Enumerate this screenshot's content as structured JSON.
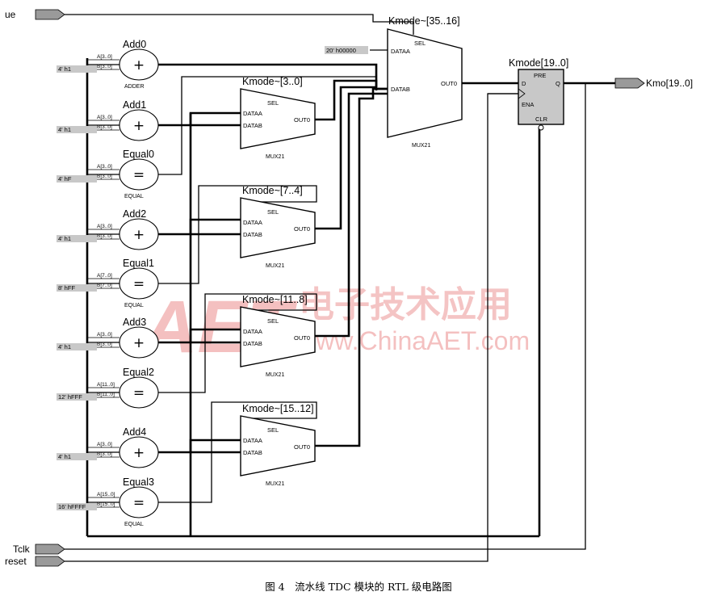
{
  "ports": {
    "ue": "ue",
    "tclk": "Tclk",
    "reset": "reset",
    "output": "Kmo[19..0]"
  },
  "adders": [
    {
      "name": "Add0",
      "op": "+",
      "type": "ADDER",
      "pin_a": "A[3..0]",
      "pin_b": "B[3..0]",
      "const": "4' h1"
    },
    {
      "name": "Add1",
      "op": "+",
      "type": "",
      "pin_a": "A[3..0]",
      "pin_b": "B[3..0]",
      "const": "4' h1"
    },
    {
      "name": "Equal0",
      "op": "=",
      "type": "EQUAL",
      "pin_a": "A[3..0]",
      "pin_b": "B[3..0]",
      "const": "4' hF"
    },
    {
      "name": "Add2",
      "op": "+",
      "type": "",
      "pin_a": "A[3..0]",
      "pin_b": "B[3..0]",
      "const": "4' h1"
    },
    {
      "name": "Equal1",
      "op": "=",
      "type": "EQUAL",
      "pin_a": "A[7..0]",
      "pin_b": "B[7..0]",
      "const": "8' hFF"
    },
    {
      "name": "Add3",
      "op": "+",
      "type": "",
      "pin_a": "A[3..0]",
      "pin_b": "B[3..0]",
      "const": "4' h1"
    },
    {
      "name": "Equal2",
      "op": "=",
      "type": "",
      "pin_a": "A[11..0]",
      "pin_b": "B[11..0]",
      "const": "12' hFFF"
    },
    {
      "name": "Add4",
      "op": "+",
      "type": "",
      "pin_a": "A[3..0]",
      "pin_b": "B[3..0]",
      "const": "4' h1"
    },
    {
      "name": "Equal3",
      "op": "=",
      "type": "EQUAL",
      "pin_a": "A[15..0]",
      "pin_b": "B[15..0]",
      "const": "16' hFFFF"
    }
  ],
  "muxes": [
    {
      "name": "Kmode~[3..0]",
      "sel": "SEL",
      "a": "DATAA",
      "b": "DATAB",
      "out": "OUT0",
      "type": "MUX21"
    },
    {
      "name": "Kmode~[7..4]",
      "sel": "SEL",
      "a": "DATAA",
      "b": "DATAB",
      "out": "OUT0",
      "type": "MUX21"
    },
    {
      "name": "Kmode~[11..8]",
      "sel": "SEL",
      "a": "DATAA",
      "b": "DATAB",
      "out": "OUT0",
      "type": "MUX21"
    },
    {
      "name": "Kmode~[15..12]",
      "sel": "SEL",
      "a": "DATAA",
      "b": "DATAB",
      "out": "OUT0",
      "type": "MUX21"
    },
    {
      "name": "Kmode~[35..16]",
      "sel": "SEL",
      "a": "DATAA",
      "b": "DATAB",
      "out": "OUT0",
      "type": "MUX21",
      "const": "20' h00000"
    }
  ],
  "register": {
    "name": "Kmode[19..0]",
    "pre": "PRE",
    "d": "D",
    "q": "Q",
    "ena": "ENA",
    "clr": "CLR"
  },
  "watermark": {
    "logo": "AET",
    "cn": "电子技术应用",
    "url": "www.ChinaAET.com"
  },
  "caption": "图 4　流水线 TDC 模块的 RTL 级电路图"
}
